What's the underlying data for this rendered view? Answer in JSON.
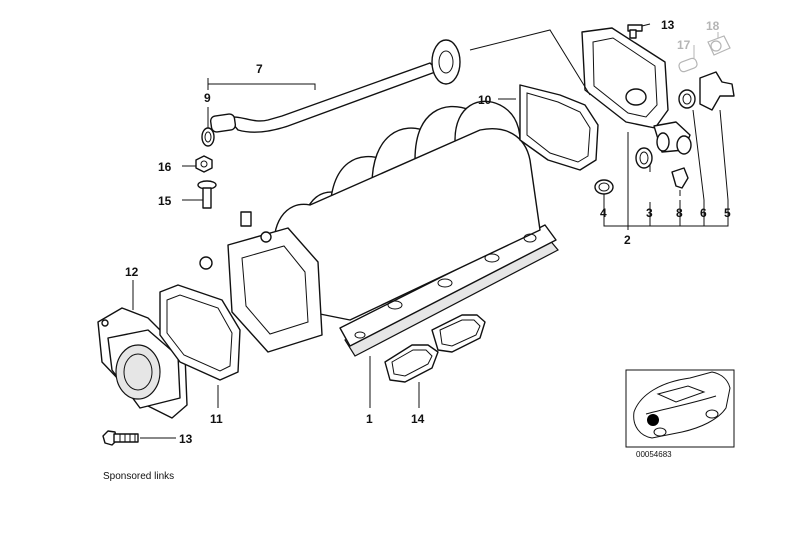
{
  "callouts": {
    "c1": "1",
    "c2": "2",
    "c3": "3",
    "c4": "4",
    "c5": "5",
    "c6": "6",
    "c7": "7",
    "c8": "8",
    "c9": "9",
    "c10": "10",
    "c11": "11",
    "c12": "12",
    "c13a": "13",
    "c13b": "13",
    "c14": "14",
    "c15": "15",
    "c16": "16",
    "c17": "17",
    "c18": "18"
  },
  "reference_number": "00054683",
  "footer": {
    "sponsored": "Sponsored links"
  },
  "icons": {
    "locator": "car-location-icon"
  },
  "colors": {
    "line": "#111111",
    "faded": "#b5b5b5",
    "background": "#ffffff"
  }
}
